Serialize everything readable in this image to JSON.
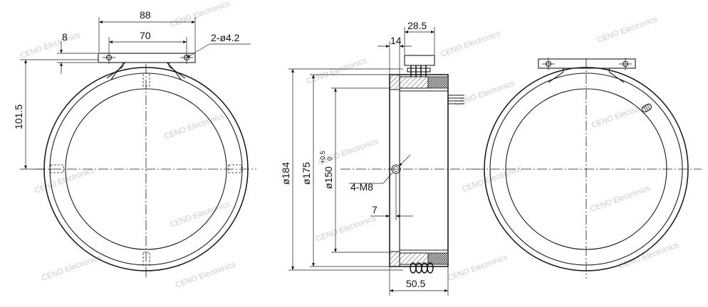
{
  "watermark": "CENO Electronics",
  "colors": {
    "line": "#1a1a1a",
    "watermark": "#b8c4d6",
    "background": "#ffffff"
  },
  "dimensions": {
    "front_total_width": "88",
    "front_hole_spacing": "70",
    "front_holes": "2-ø4.2",
    "front_flange_thickness": "8",
    "front_height": "101.5",
    "side_outer_dia": "ø184",
    "side_mid_dia": "ø175",
    "side_inner_dia": "ø150",
    "side_inner_tol_upper": "+0.5",
    "side_inner_tol_lower": "0",
    "side_flange": "14",
    "side_connector": "28.5",
    "side_threads": "4-M8",
    "side_thread_offset": "7",
    "side_length": "50.5"
  }
}
